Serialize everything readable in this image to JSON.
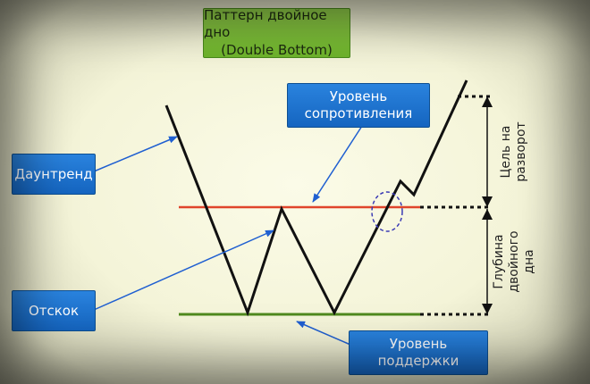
{
  "title": {
    "line1": "Паттерн двойное дно",
    "line2": "(Double Bottom)"
  },
  "labels": {
    "downtrend": "Даунтренд",
    "rebound": "Отскок",
    "resistance_line1": "Уровень",
    "resistance_line2": "сопротивления",
    "support_line1": "Уровень",
    "support_line2": "поддержки"
  },
  "side_labels": {
    "target_line1": "Цель на",
    "target_line2": "разворот",
    "depth_line1": "Глубина",
    "depth_line2": "двойного",
    "depth_line3": "дна"
  },
  "colors": {
    "price_line": "#111111",
    "resistance_line": "#e0442b",
    "support_line": "#4f8a1e",
    "callout_box": "#1e73cf",
    "arrow": "#1f5fd1",
    "title_box": "#82c43c",
    "breakout_circle": "#3b3bb5"
  }
}
